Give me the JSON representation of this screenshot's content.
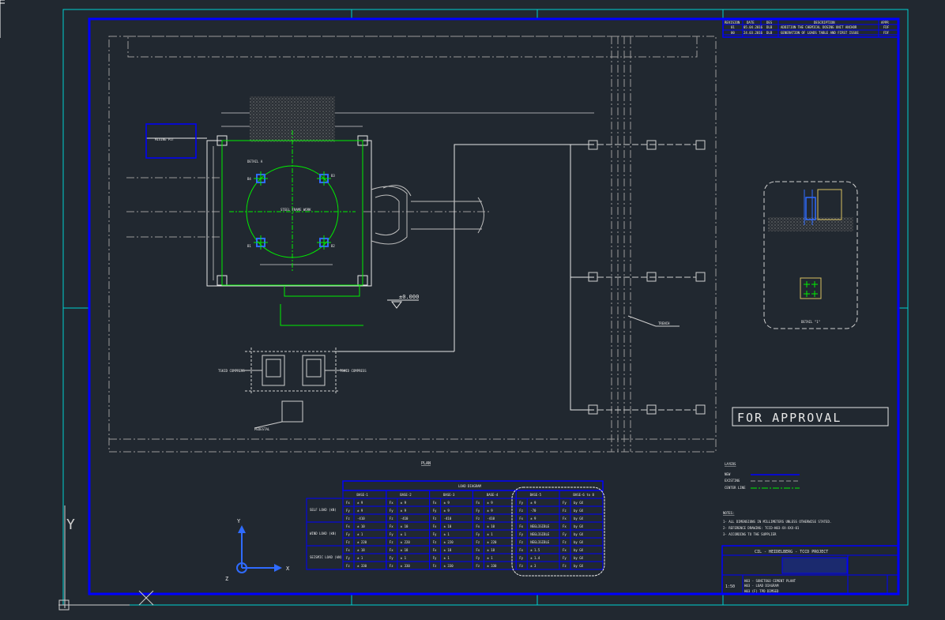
{
  "drawing": {
    "title_block": {
      "project": "CIL - HEIDELBERG - TCCD PROJECT",
      "line1": "H03 - SONITOGO CEMENT PLANT",
      "line2": "H03 - LOAD DIAGRAM",
      "line3": "H03 (F) TPD DIMSED",
      "scale": "1:50"
    },
    "stamp": "FOR APPROVAL",
    "plan_label": "PLAN",
    "detail_label": "DETAIL \"1\"",
    "elevation": "±0.000",
    "labels": {
      "mixing_pit": "MIXING PIT",
      "pedestal": "PEDESTAL",
      "bolt_circle": "DETAIL A",
      "slab_label": "STEEL FRAME WORK",
      "trench": "TRENCH",
      "comp1": "TSKID COMPRESS",
      "comp2": "TSKID COMPRESS",
      "base1": "B1",
      "base2": "B2",
      "base3": "B3",
      "base4": "B4"
    },
    "ucs": {
      "x": "X",
      "y": "Y",
      "z": "Z"
    },
    "legend": {
      "title": "LAYERS",
      "items": [
        "NEW",
        "EXISTING",
        "CENTER LINE"
      ]
    },
    "notes": {
      "title": "NOTES:",
      "items": [
        "1- ALL DIMENSIONS IN MILLIMETERS UNLESS OTHERWISE STATED.",
        "2- REFERENCE DRAWING: TCCD-H03-XX-XXX-01",
        "3- ACCORDING TO THE SUPPLIER"
      ]
    },
    "load_table": {
      "title": "LOAD DIAGRAM",
      "bases": [
        "BASE-1",
        "BASE-2",
        "BASE-3",
        "BASE-4",
        "BASE-5",
        "BASE-6 to 8"
      ],
      "rows": [
        {
          "group": "SELF LOAD (kN)",
          "cells": [
            [
              "Fx",
              "± 9"
            ],
            [
              "Fx",
              "± 9"
            ],
            [
              "Fx",
              "± 9"
            ],
            [
              "Fx",
              "± 9"
            ],
            [
              "Fy",
              "± 9"
            ],
            [
              "Fy",
              "by GX"
            ]
          ]
        },
        {
          "group": "",
          "cells": [
            [
              "Fy",
              "± 9"
            ],
            [
              "Fy",
              "± 9"
            ],
            [
              "Fy",
              "± 9"
            ],
            [
              "Fy",
              "± 9"
            ],
            [
              "Fz",
              "-70"
            ],
            [
              "Fz",
              "by GX"
            ]
          ]
        },
        {
          "group": "",
          "cells": [
            [
              "Fz",
              "-410"
            ],
            [
              "Fz",
              "-410"
            ],
            [
              "Fz",
              "-410"
            ],
            [
              "Fz",
              "-410"
            ],
            [
              "Fx",
              "± 9"
            ],
            [
              "Fx",
              "by GX"
            ]
          ]
        },
        {
          "group": "WIND LOAD (kN)",
          "cells": [
            [
              "Fx",
              "± 10"
            ],
            [
              "Fx",
              "± 10"
            ],
            [
              "Fx",
              "± 10"
            ],
            [
              "Fx",
              "± 10"
            ],
            [
              "Fx",
              "NEGLIGIBLE"
            ],
            [
              "Fx",
              "by GX"
            ]
          ]
        },
        {
          "group": "",
          "cells": [
            [
              "Fy",
              "± 1"
            ],
            [
              "Fy",
              "± 1"
            ],
            [
              "Fy",
              "± 1"
            ],
            [
              "Fy",
              "± 1"
            ],
            [
              "Fy",
              "NEGLIGIBLE"
            ],
            [
              "Fy",
              "by GX"
            ]
          ]
        },
        {
          "group": "",
          "cells": [
            [
              "Fz",
              "± 220"
            ],
            [
              "Fz",
              "± 220"
            ],
            [
              "Fz",
              "± 220"
            ],
            [
              "Fz",
              "± 220"
            ],
            [
              "Fz",
              "NEGLIGIBLE"
            ],
            [
              "Fz",
              "by GX"
            ]
          ]
        },
        {
          "group": "SEISMIC LOAD (kN)",
          "cells": [
            [
              "Fx",
              "± 18"
            ],
            [
              "Fx",
              "± 18"
            ],
            [
              "Fx",
              "± 18"
            ],
            [
              "Fx",
              "± 18"
            ],
            [
              "Fx",
              "± 1.5"
            ],
            [
              "Fx",
              "by GX"
            ]
          ]
        },
        {
          "group": "",
          "cells": [
            [
              "Fy",
              "± 1"
            ],
            [
              "Fy",
              "± 1"
            ],
            [
              "Fy",
              "± 1"
            ],
            [
              "Fy",
              "± 1"
            ],
            [
              "Fy",
              "± 1.4"
            ],
            [
              "Fy",
              "by GX"
            ]
          ]
        },
        {
          "group": "",
          "cells": [
            [
              "Fz",
              "± 330"
            ],
            [
              "Fz",
              "± 330"
            ],
            [
              "Fz",
              "± 330"
            ],
            [
              "Fz",
              "± 330"
            ],
            [
              "Fz",
              "± 3"
            ],
            [
              "Fz",
              "by GX"
            ]
          ]
        }
      ]
    },
    "revisions": {
      "headers": [
        "REVISION",
        "DATE",
        "DES",
        "DESCRIPTION",
        "APPR"
      ],
      "rows": [
        [
          "01",
          "05.04.2016",
          "DLB",
          "ADDITION THE CHEMICAL DOSING UNIT ANCHOR",
          "FDF"
        ],
        [
          "00",
          "24.03.2016",
          "DLB",
          "GENERATION OF LOADS TABLE AND FIRST ISSUE",
          "FDF"
        ]
      ]
    }
  },
  "colors": {
    "background": "#212830",
    "frame": "#0000ff",
    "cyan": "#00d0d0",
    "green": "#00ee00",
    "line": "#e8e8e8",
    "dim": "#a0a0a0"
  }
}
